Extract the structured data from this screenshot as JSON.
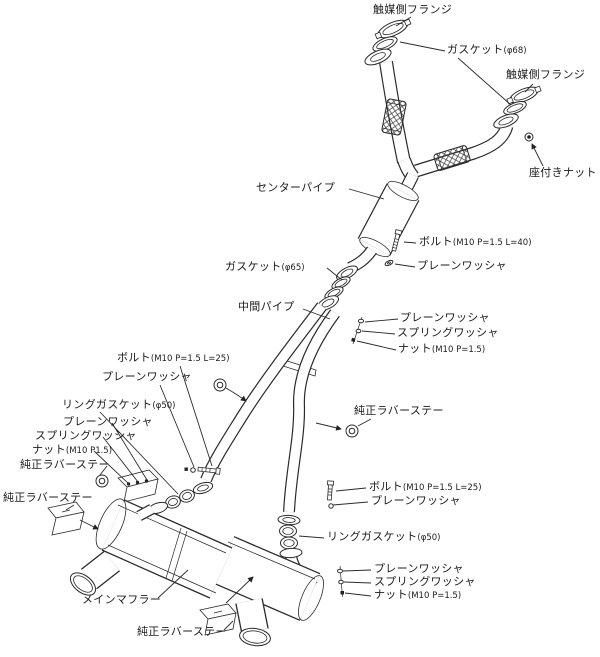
{
  "diagram": {
    "type": "exploded-parts-diagram",
    "subject": "exhaust-system"
  },
  "labels": {
    "catalyst_flange_1": {
      "text": "触媒側フランジ",
      "spec": ""
    },
    "gasket_68": {
      "text": "ガスケット",
      "spec": "(φ68)"
    },
    "catalyst_flange_2": {
      "text": "触媒側フランジ",
      "spec": ""
    },
    "seat_nut": {
      "text": "座付きナット",
      "spec": ""
    },
    "center_pipe": {
      "text": "センターパイプ",
      "spec": ""
    },
    "bolt_40": {
      "text": "ボルト",
      "spec": "(M10 P=1.5 L=40)"
    },
    "plain_washer_a": {
      "text": "プレーンワッシャ",
      "spec": ""
    },
    "gasket_65": {
      "text": "ガスケット",
      "spec": "(φ65)"
    },
    "mid_pipe": {
      "text": "中間パイプ",
      "spec": ""
    },
    "plain_washer_b": {
      "text": "プレーンワッシャ",
      "spec": ""
    },
    "spring_washer_b": {
      "text": "スプリングワッシャ",
      "spec": ""
    },
    "nut_b": {
      "text": "ナット",
      "spec": "(M10 P=1.5)"
    },
    "rubber_stay_1": {
      "text": "純正ラバーステー",
      "spec": ""
    },
    "bolt_25_left": {
      "text": "ボルト",
      "spec": "(M10 P=1.5 L=25)"
    },
    "plain_washer_c": {
      "text": "プレーンワッシャ",
      "spec": ""
    },
    "ring_gasket_left": {
      "text": "リングガスケット",
      "spec": "(φ50)"
    },
    "plain_washer_d": {
      "text": "プレーンワッシャ",
      "spec": ""
    },
    "spring_washer_d": {
      "text": "スプリングワッシャ",
      "spec": ""
    },
    "nut_d": {
      "text": "ナット",
      "spec": "(M10 P1.5)"
    },
    "rubber_stay_2": {
      "text": "純正ラバーステー",
      "spec": ""
    },
    "rubber_stay_3": {
      "text": "純正ラバーステー",
      "spec": ""
    },
    "bolt_25_right": {
      "text": "ボルト",
      "spec": "(M10 P=1.5 L=25)"
    },
    "plain_washer_e": {
      "text": "プレーンワッシャ",
      "spec": ""
    },
    "ring_gasket_right": {
      "text": "リングガスケット",
      "spec": "(φ50)"
    },
    "plain_washer_f": {
      "text": "プレーンワッシャ",
      "spec": ""
    },
    "spring_washer_f": {
      "text": "スプリングワッシャ",
      "spec": ""
    },
    "nut_f": {
      "text": "ナット",
      "spec": "(M10 P=1.5)"
    },
    "main_muffler": {
      "text": "メインマフラー",
      "spec": ""
    },
    "rubber_stay_4": {
      "text": "純正ラバーステー",
      "spec": ""
    }
  }
}
